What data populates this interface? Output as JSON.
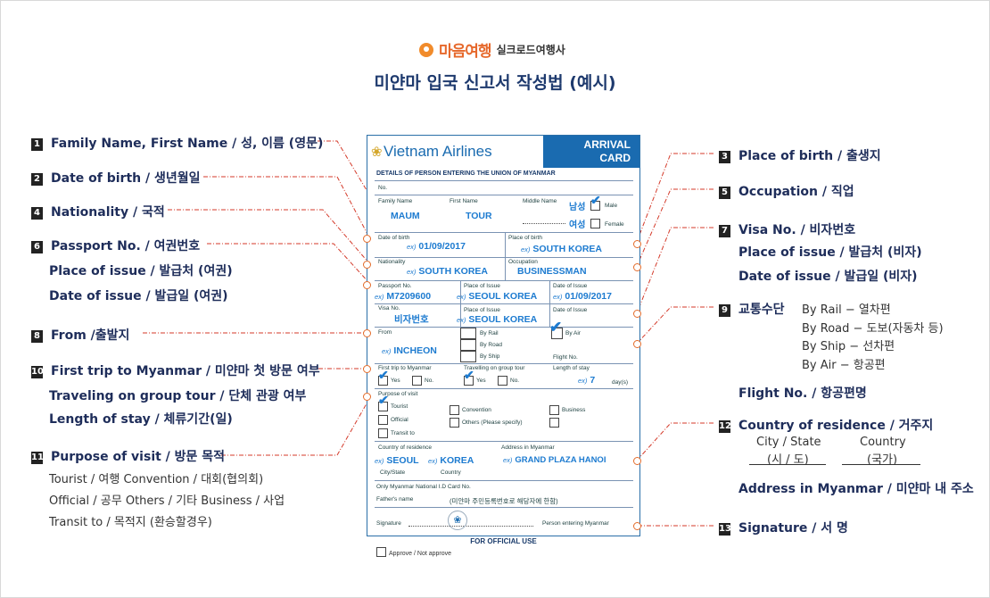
{
  "brand": {
    "logo": "마음여행",
    "company": "실크로드여행사"
  },
  "title": "미얀마 입국 신고서 작성법 (예시)",
  "left_labels": [
    {
      "num": "1",
      "text": "Family Name,  First Name / 성, 이름 (영문)"
    },
    {
      "num": "2",
      "text": "Date of birth / 생년월일"
    },
    {
      "num": "4",
      "text": "Nationality / 국적"
    },
    {
      "num": "6",
      "text": "Passport No. / 여권번호",
      "sub1": "Place of issue / 발급처 (여권)",
      "sub2": "Date of issue / 발급일 (여권)"
    },
    {
      "num": "8",
      "text": "From /출발지"
    },
    {
      "num": "10",
      "text": "First trip to Myanmar / 미얀마 첫 방문 여부",
      "sub1": "Traveling on group tour / 단체 관광 여부",
      "sub2": "Length of stay / 체류기간(일)"
    },
    {
      "num": "11",
      "text": "Purpose of visit / 방문 목적"
    }
  ],
  "purpose_notes": [
    "Tourist / 여행     Convention / 대회(협의회)",
    "Official / 공무     Others / 기타     Business / 사업",
    "Transit to / 목적지 (환승할경우)"
  ],
  "right_labels": [
    {
      "num": "3",
      "text": "Place of birth / 출생지"
    },
    {
      "num": "5",
      "text": "Occupation / 직업"
    },
    {
      "num": "7",
      "text": "Visa No. / 비자번호",
      "sub1": "Place of issue / 발급처 (비자)",
      "sub2": "Date of issue / 발급일 (비자)"
    },
    {
      "num": "9",
      "text": "교통수단"
    },
    {
      "num": "12",
      "text": "Country of residence / 거주지"
    },
    {
      "num": "13",
      "text": "Signature / 서 명"
    }
  ],
  "transport": [
    "By Rail − 열차편",
    "By Road − 도보(자동차 등)",
    "By Ship − 선차편",
    "By Air − 항공편"
  ],
  "flight_no": "Flight No. / 항공편명",
  "residence": {
    "city_label": "City / State",
    "city_kr": "(시 / 도)",
    "country_label": "Country",
    "country_kr": "(국가)"
  },
  "address_label": "Address in Myanmar / 미얀마 내 주소",
  "card": {
    "airline": "Vietnam Airlines",
    "arrival": "ARRIVAL",
    "card_word": "CARD",
    "details": "DETAILS OF PERSON ENTERING THE UNION OF MYANMAR",
    "no": "No.",
    "family_name_lbl": "Family Name",
    "family_name": "MAUM",
    "first_name_lbl": "First Name",
    "first_name": "TOUR",
    "middle_name_lbl": "Middle Name",
    "male_kr": "남성",
    "male": "Male",
    "female_kr": "여성",
    "female": "Female",
    "dob_lbl": "Date of birth",
    "ex": "ex)",
    "dob": "01/09/2017",
    "pob_lbl": "Place of birth",
    "pob": "SOUTH KOREA",
    "nat_lbl": "Nationality",
    "nat": "SOUTH KOREA",
    "occ_lbl": "Occupation",
    "occ": "BUSINESSMAN",
    "pp_lbl": "Passport No.",
    "pp": "M7209600",
    "poi_lbl": "Place of Issue",
    "poi": "SEOUL KOREA",
    "doi_lbl": "Date of Issue",
    "doi": "01/09/2017",
    "visa_lbl": "Visa No.",
    "visa": "비자번호",
    "vpoi_lbl": "Place of Issue",
    "vpoi": "SEOUL KOREA",
    "vdoi_lbl": "Date of Issue",
    "from_lbl": "From",
    "from": "INCHEON",
    "by_rail": "By Rail",
    "by_road": "By Road",
    "by_ship": "By Ship",
    "by_air": "By Air",
    "flight_no": "Flight No.",
    "first_trip_lbl": "First trip to Myanmar",
    "yes": "Yes",
    "no_opt": "No.",
    "group_lbl": "Travelling on group tour",
    "stay_lbl": "Length of stay",
    "stay": "7",
    "days": "day(s)",
    "purpose_lbl": "Purpose of visit",
    "tourist": "Tourist",
    "official": "Official",
    "transit": "Transit to",
    "convention": "Convention",
    "others": "Others (Please specify)",
    "business": "Business",
    "cor_lbl": "Country of residence",
    "addr_lbl": "Address in Myanmar",
    "city": "SEOUL",
    "country": "KOREA",
    "addr": "GRAND PLAZA HANOI",
    "city_state": "City/State",
    "country_lbl": "Country",
    "nid": "Only Myanmar National I.D Card No.",
    "father_lbl": "Father's name",
    "father_note": "(미얀마 주민등록번호로 해당자에 한함)",
    "signature": "Signature",
    "person_entering": "Person entering Myanmar",
    "for_official": "FOR OFFICIAL USE",
    "approve": "Approve / Not approve"
  }
}
